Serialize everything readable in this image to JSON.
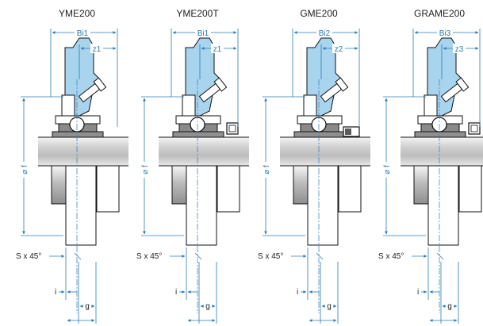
{
  "colors": {
    "dimension": "#2a7ab8",
    "housing": "#a9d4ee",
    "shaft_gray": "#cfcfcf",
    "bearing_gray": "#8a8a8a",
    "outline": "#111111"
  },
  "variants": [
    {
      "title": "YME200",
      "width_label": "Bi1",
      "offset_label": "z1",
      "collar": "none"
    },
    {
      "title": "YME200T",
      "width_label": "Bi1",
      "offset_label": "z1",
      "collar": "setscrew"
    },
    {
      "title": "GME200",
      "width_label": "Bi2",
      "offset_label": "z2",
      "collar": "eccentric"
    },
    {
      "title": "GRAME200",
      "width_label": "Bi3",
      "offset_label": "z3",
      "collar": "setscrew"
    }
  ],
  "common_labels": {
    "diameter": "⌀ f",
    "chamfer": "S x 45°",
    "i": "i",
    "g": "g"
  }
}
